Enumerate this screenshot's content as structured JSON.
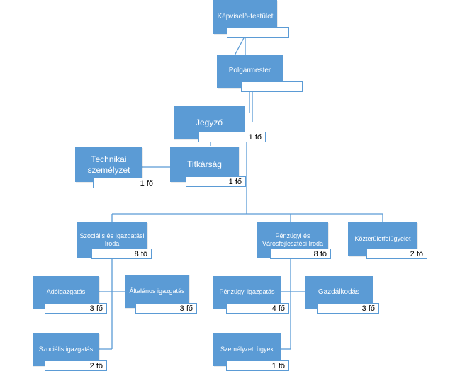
{
  "nodes": {
    "kepviselo": {
      "label": "Képviselő-testület",
      "count": ""
    },
    "polgarmester": {
      "label": "Polgármester",
      "count": ""
    },
    "jegyzo": {
      "label": "Jegyző",
      "count": "1 fő"
    },
    "titkarsag": {
      "label": "Titkárság",
      "count": "1 fő"
    },
    "technikai": {
      "label": "Technikai személyzet",
      "count": "1 fő"
    },
    "szocialis_iroda": {
      "label": "Szociális és Igazgatási Iroda",
      "count": "8 fő"
    },
    "penzugyi_iroda": {
      "label": "Pénzügyi és Városfejlesztési Iroda",
      "count": "8 fő"
    },
    "kozterulet": {
      "label": "Közterületfelügyelet",
      "count": "2 fő"
    },
    "adoigazgatas": {
      "label": "Adóigazgatás",
      "count": "3 fő"
    },
    "altalanos": {
      "label": "Általános igazgatás",
      "count": "3 fő"
    },
    "szocialis_igazgatas": {
      "label": "Szociális igazgatás",
      "count": "2 fő"
    },
    "penzugyi_igazgatas": {
      "label": "Pénzügyi igazgatás",
      "count": "4 fő"
    },
    "gazdalkodas": {
      "label": "Gazdálkodás",
      "count": "3 fő"
    },
    "szemelyzeti": {
      "label": "Személyzeti ügyek",
      "count": "1 fő"
    }
  },
  "colors": {
    "box": "#5b9bd5",
    "line": "#5b9bd5",
    "sub_border": "#5b9bd5"
  }
}
